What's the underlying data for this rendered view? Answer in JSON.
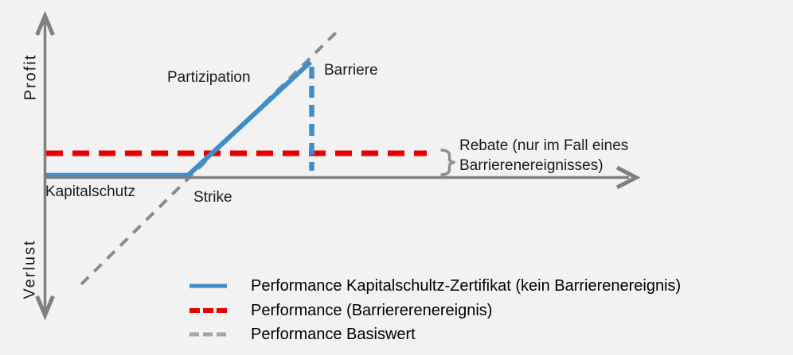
{
  "colors": {
    "background": "#f2f2f2",
    "axis": "#808080",
    "blue": "#3d8ec9",
    "red": "#e60000",
    "gray_dash": "#8c8c8c",
    "legend_gray": "#a6a6a6",
    "brace": "#8f8f8f",
    "text": "#1a1a1a"
  },
  "axis": {
    "y_positive_label": "Profit",
    "y_negative_label": "Verlust"
  },
  "annotations": {
    "partizipation": "Partizipation",
    "barriere": "Barriere",
    "kapitalschutz": "Kapitalschutz",
    "strike": "Strike",
    "rebate_line1": "Rebate (nur im Fall eines",
    "rebate_line2": "Barrierenereignisses)"
  },
  "legend": {
    "items": [
      {
        "label": "Performance Kapitalschultz-Zertifikat (kein Barrierenereignis)",
        "style": "solid",
        "color": "#3d8ec9"
      },
      {
        "label": "Performance (Barriererenereignis)",
        "style": "dashed",
        "color": "#e60000"
      },
      {
        "label": "Performance Basiswert",
        "style": "dashed",
        "color": "#a6a6a6"
      }
    ]
  },
  "chart_data": {
    "type": "line",
    "title": "",
    "xlabel": "",
    "ylabel": "Profit (oben) / Verlust (unten)",
    "axes_numeric": false,
    "legend_position": "bottom",
    "series": [
      {
        "name": "Performance Kapitalschultz-Zertifikat (kein Barrierenereignis)",
        "style": "solid",
        "color": "#3d8ec9",
        "description": "Flat at small positive payoff (Kapitalschutz) from axis to Strike, then rises with participation up to the Barriere level",
        "points_rel": [
          [
            0.0,
            0.03
          ],
          [
            0.38,
            0.03
          ],
          [
            0.71,
            0.93
          ]
        ]
      },
      {
        "name": "Performance (Barriererenereignis)",
        "style": "dashed",
        "color": "#e60000",
        "description": "Horizontal rebate level paid only if a barrier event occurs",
        "points_rel": [
          [
            0.0,
            0.2
          ],
          [
            1.0,
            0.2
          ]
        ]
      },
      {
        "name": "Performance Basiswert",
        "style": "dashed",
        "color": "#8c8c8c",
        "description": "45-degree underlying performance line crossing the x-axis at Strike",
        "points_rel": [
          [
            0.09,
            -0.87
          ],
          [
            0.78,
            1.18
          ]
        ]
      }
    ],
    "markers": [
      {
        "label": "Kapitalschutz",
        "meaning": "capital protection floor left of Strike"
      },
      {
        "label": "Strike",
        "meaning": "kink point on x-axis"
      },
      {
        "label": "Barriere",
        "meaning": "vertical dashed barrier at payoff peak"
      },
      {
        "label": "Rebate (nur im Fall eines Barrierenereignisses)",
        "meaning": "gap between x-axis and red dashed line, marked with brace"
      }
    ]
  }
}
